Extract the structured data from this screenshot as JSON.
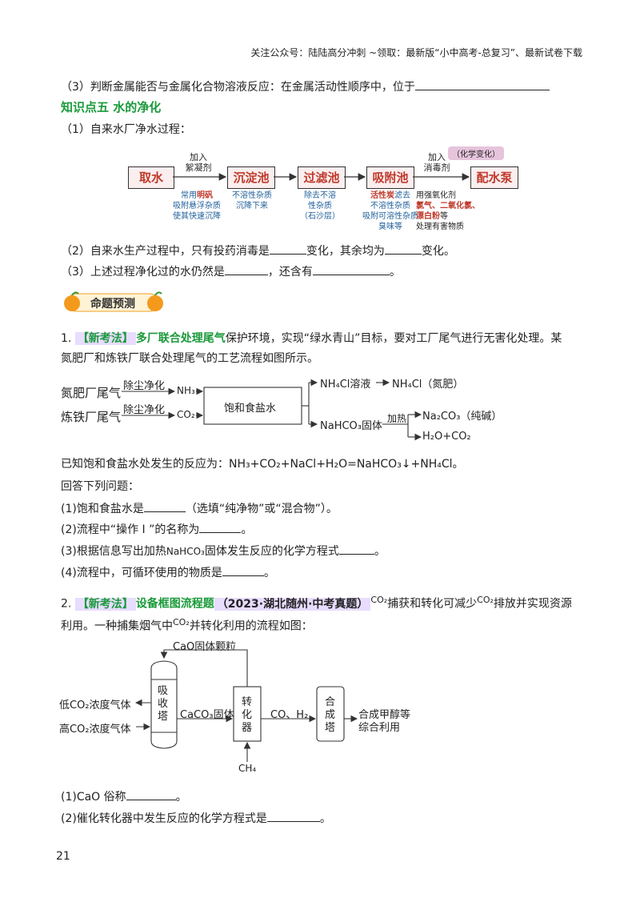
{
  "header": "关注公众号：陆陆高分冲刺  ~领取：最新版“小中高考-总复习”、最新试卷下载",
  "q3_line": "（3）判断金属能否与金属化合物溶液反应：在金属活动性顺序中，位于",
  "kp5_title": "知识点五  水的净化",
  "kp5_sub1": "（1）自来水厂净水过程：",
  "water_flow": {
    "boxes": [
      "取水",
      "沉淀池",
      "过滤池",
      "吸附池",
      "配水泵"
    ],
    "arrow1_top": [
      "加入",
      "絮凝剂"
    ],
    "arrow4_top": [
      "加入",
      "消毒剂"
    ],
    "badge": "（化学变化）",
    "note1": [
      "常用",
      "明矾",
      "吸附悬浮杂质",
      "使其快速沉降"
    ],
    "note2": [
      "不溶性杂质",
      "沉降下来"
    ],
    "note3": [
      "除去不溶",
      "性杂质",
      "（石沙层）"
    ],
    "note4": [
      "活性炭",
      "滤去",
      "不溶性杂质",
      "吸附可溶性杂质",
      "臭味等"
    ],
    "note5": [
      "用强氧化剂",
      "氯气、二氧化氯、",
      "漂白粉",
      "等",
      "处理有害物质"
    ]
  },
  "kp5_sub2a": "（2）自来水生产过程中，只有投药消毒是",
  "kp5_sub2b": "变化，其余均为",
  "kp5_sub2c": "变化。",
  "kp5_sub3a": "（3）上述过程净化过的水仍然是",
  "kp5_sub3b": "，还含有",
  "kp5_sub3c": "。",
  "section_badge": "命题预测",
  "p1": {
    "num": "1.",
    "tag": "【新考法】",
    "tag2": "多厂联合处理尾气",
    "text1": "保护环境，实现“绿水青山”目标，要对工厂尾气进行无害化处理。某",
    "text2": "氮肥厂和炼铁厂联合处理尾气的工艺流程如图所示。",
    "flow": {
      "src1": "氮肥厂尾气",
      "src2": "炼铁厂尾气",
      "op": "除尘净化",
      "g1": "NH₃",
      "g2": "CO₂",
      "center": "饱和食盐水",
      "out1": "NH₄Cl溶液",
      "out1b": "NH₄Cl（氮肥）",
      "out2": "NaHCO₃固体",
      "heat": "加热",
      "prod1": "Na₂CO₃（纯碱）",
      "prod2": "H₂O+CO₂"
    },
    "given": "已知饱和食盐水处发生的反应为：NH₃+CO₂+NaCl+H₂O=NaHCO₃↓+NH₄Cl。",
    "answer_intro": "回答下列问题：",
    "q1a": "(1)饱和食盐水是",
    "q1b": "（选填“纯净物”或“混合物”）。",
    "q2a": "(2)流程中“操作 I ”的名称为",
    "q2b": "。",
    "q3a": "(3)根据信息写出加热",
    "q3f": "NaHCO₃",
    "q3b": "固体发生反应的化学方程式",
    "q3c": "。",
    "q4a": "(4)流程中，可循环使用的物质是",
    "q4b": "。"
  },
  "p2": {
    "num": "2.",
    "tag": "【新考法】",
    "tag2": "设备框图流程题",
    "src": "（2023·湖北随州·中考真题）",
    "t1": "CO₂",
    "t2": "捕获和转化可减少",
    "t3": "CO₂",
    "t4": "排放并实现资源",
    "line2a": "利用。一种捕集烟气中",
    "line2b": "CO₂",
    "line2c": "并转化利用的流程如图：",
    "flow": {
      "top": "CaO固体颗粒",
      "low": "低CO₂浓度气体",
      "high": "高CO₂浓度气体",
      "tower": "吸收塔",
      "mid": "CaCO₃固体",
      "conv": "转化器",
      "gas": "CO、H₂",
      "synth": "合成塔",
      "out": "合成甲醇等综合利用",
      "ch4": "CH₄"
    },
    "q1a": "(1)CaO 俗称",
    "q1b": "。",
    "q2a": "(2)催化转化器中发生反应的化学方程式是",
    "q2b": "。"
  },
  "page_number": "21"
}
